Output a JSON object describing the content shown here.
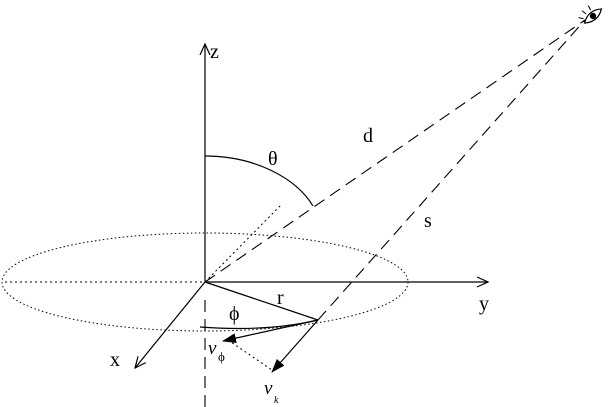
{
  "labels": {
    "z": "z",
    "y": "y",
    "x": "x",
    "theta": "θ",
    "d": "d",
    "s": "s",
    "r": "r",
    "phi": "ϕ",
    "v_phi_main": "v",
    "v_phi_sub": "ϕ",
    "v_k_main": "v",
    "v_k_sub": "k"
  },
  "icons": {
    "observer": "eye-icon"
  }
}
